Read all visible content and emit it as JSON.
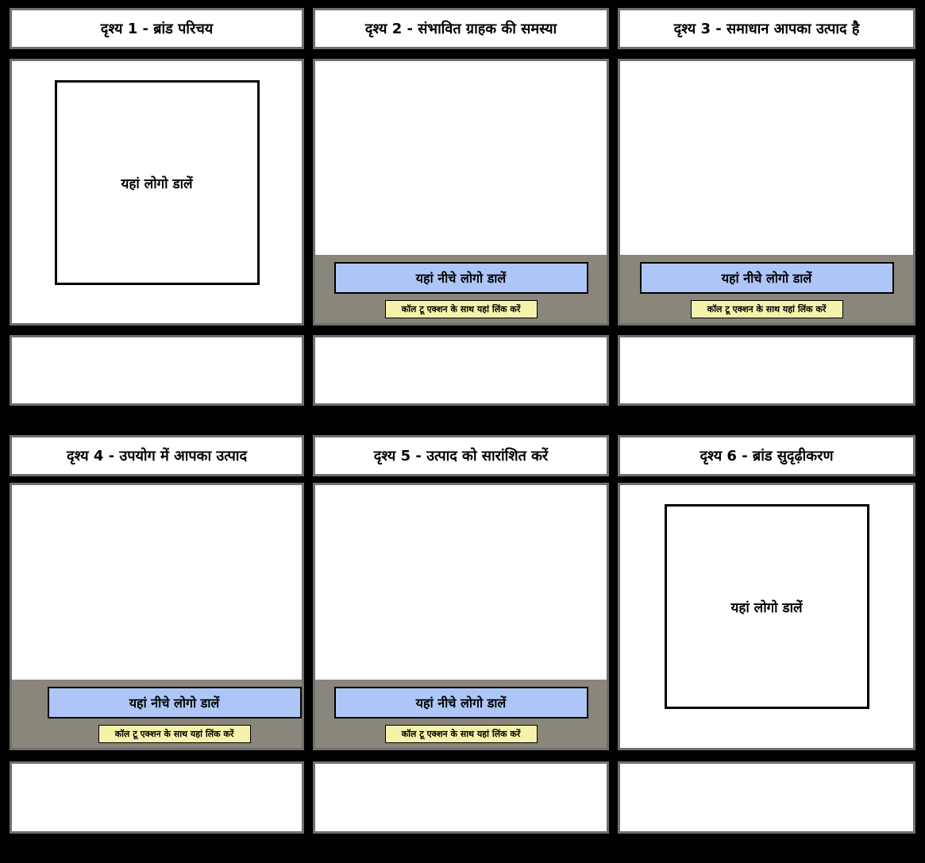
{
  "colors": {
    "page_bg": "#000000",
    "box_border": "#6f6f6f",
    "footer_bg": "#8a867c",
    "blue_button_bg": "#aec6f7",
    "yellow_button_bg": "#f6f2ab"
  },
  "shared": {
    "logo_placeholder": "यहां लोगो डालें",
    "logo_below_button": "यहां नीचे लोगो डालें",
    "cta_link_button": "कॉल टू एक्शन के साथ यहां लिंक करें"
  },
  "panels": [
    {
      "id": 1,
      "title": "दृश्य 1 - ब्रांड परिचय",
      "type": "logo"
    },
    {
      "id": 2,
      "title": "दृश्य 2 - संभावित ग्राहक की समस्या",
      "type": "cta"
    },
    {
      "id": 3,
      "title": "दृश्य 3 - समाधान आपका उत्पाद है",
      "type": "cta"
    },
    {
      "id": 4,
      "title": "दृश्य 4 - उपयोग में आपका उत्पाद",
      "type": "cta"
    },
    {
      "id": 5,
      "title": "दृश्य 5 - उत्पाद को सारांशित करें",
      "type": "cta"
    },
    {
      "id": 6,
      "title": "दृश्य 6 - ब्रांड सुदृढ़ीकरण",
      "type": "logo"
    }
  ]
}
